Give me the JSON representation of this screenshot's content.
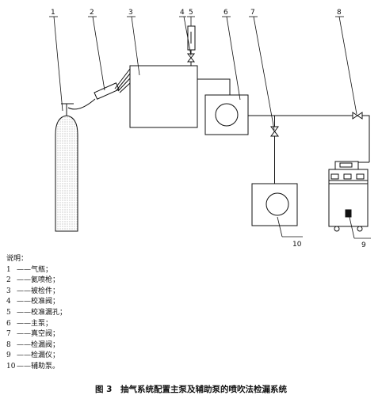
{
  "diagram": {
    "callouts": [
      "1",
      "2",
      "3",
      "4",
      "5",
      "6",
      "7",
      "8",
      "9",
      "10"
    ]
  },
  "legend": {
    "title": "说明：",
    "items": [
      {
        "num": "1",
        "dash": "——",
        "text": "气瓶；"
      },
      {
        "num": "2",
        "dash": "——",
        "text": "氦喷枪；"
      },
      {
        "num": "3",
        "dash": "——",
        "text": "被检件；"
      },
      {
        "num": "4",
        "dash": "——",
        "text": "校准阀；"
      },
      {
        "num": "5",
        "dash": "——",
        "text": "校准漏孔；"
      },
      {
        "num": "6",
        "dash": "——",
        "text": "主泵；"
      },
      {
        "num": "7",
        "dash": "——",
        "text": "真空阀；"
      },
      {
        "num": "8",
        "dash": "——",
        "text": "检漏阀；"
      },
      {
        "num": "9",
        "dash": "——",
        "text": "检漏仪；"
      },
      {
        "num": "10",
        "dash": "——",
        "text": "辅助泵。"
      }
    ]
  },
  "caption": "图 3　抽气系统配置主泵及辅助泵的喷吹法检漏系统"
}
